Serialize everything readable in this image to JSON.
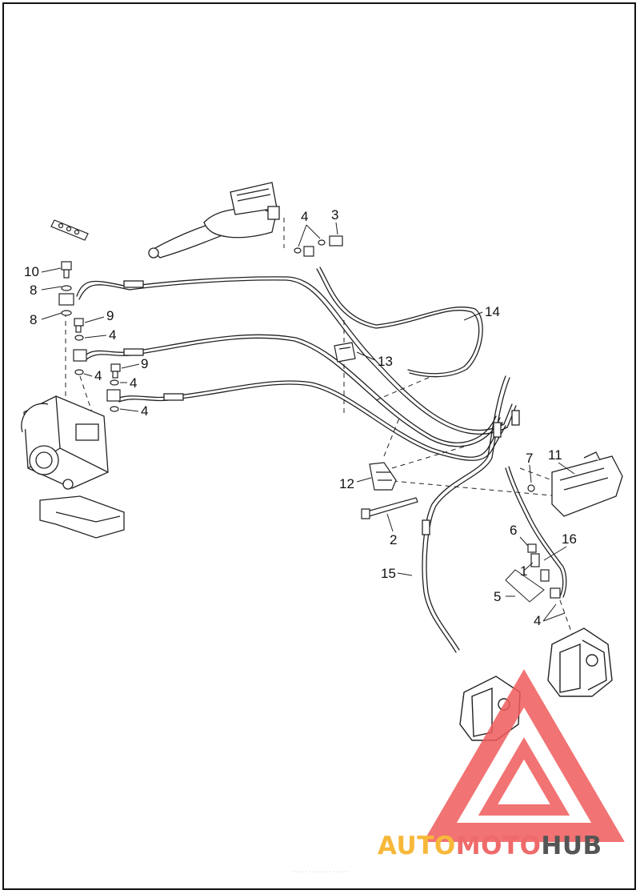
{
  "callouts": {
    "c1": "1",
    "c2": "2",
    "c3": "3",
    "c4": "4",
    "c5": "5",
    "c6": "6",
    "c7": "7",
    "c8": "8",
    "c9": "9",
    "c10": "10",
    "c11": "11",
    "c12": "12",
    "c13": "13",
    "c14": "14",
    "c15": "15",
    "c16": "16"
  },
  "watermark": {
    "brand_part1": "AUTO",
    "brand_part2": "MOTO",
    "brand_part3": "HUB",
    "colors": {
      "auto": "#f7b83a",
      "moto": "#ef6a6a",
      "hub": "#555555",
      "triangle": "#ef5b5b"
    }
  },
  "footer_text": "· · · · · · · · · · · · · · · · ·"
}
